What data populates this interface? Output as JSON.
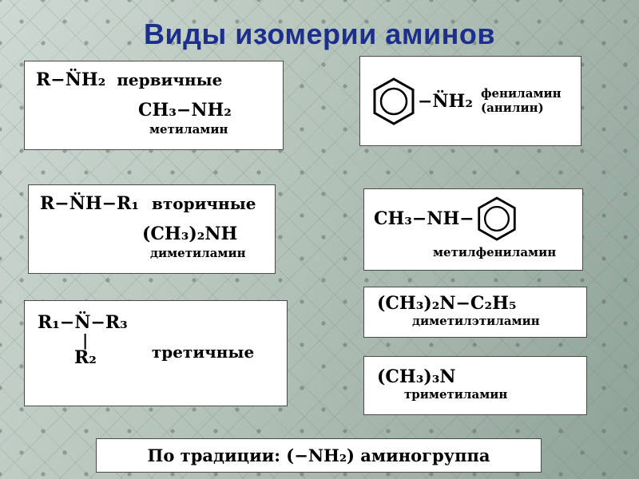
{
  "title": "Виды изомерии аминов",
  "colors": {
    "title_accent": "#1d2f8c",
    "box_background": "#ffffff",
    "formula_text": "#000000"
  },
  "left": {
    "primary": {
      "general": "R−N̈H₂",
      "type_label": "первичные",
      "example": "CH₃−NH₂",
      "example_name": "метиламин"
    },
    "secondary": {
      "general": "R−N̈H−R₁",
      "type_label": "вторичные",
      "example": "(CH₃)₂NH",
      "example_name": "диметиламин"
    },
    "tertiary": {
      "general_top": "R₁−N̈−R₃",
      "bond": "|",
      "general_bottom": "R₂",
      "type_label": "третичные"
    }
  },
  "right": {
    "aniline": {
      "formula_suffix": "−N̈H₂",
      "name_line1": "фениламин",
      "name_line2": "(анилин)"
    },
    "methylphenylamine": {
      "formula_prefix": "CH₃−NH−",
      "name": "метилфениламин"
    },
    "dimethylethylamine": {
      "formula": "(CH₃)₂N−C₂H₅",
      "name": "диметилэтиламин"
    },
    "trimethylamine": {
      "formula": "(CH₃)₃N",
      "name": "триметиламин"
    }
  },
  "footer": {
    "text": "По традиции: (−NH₂) аминогруппа"
  }
}
